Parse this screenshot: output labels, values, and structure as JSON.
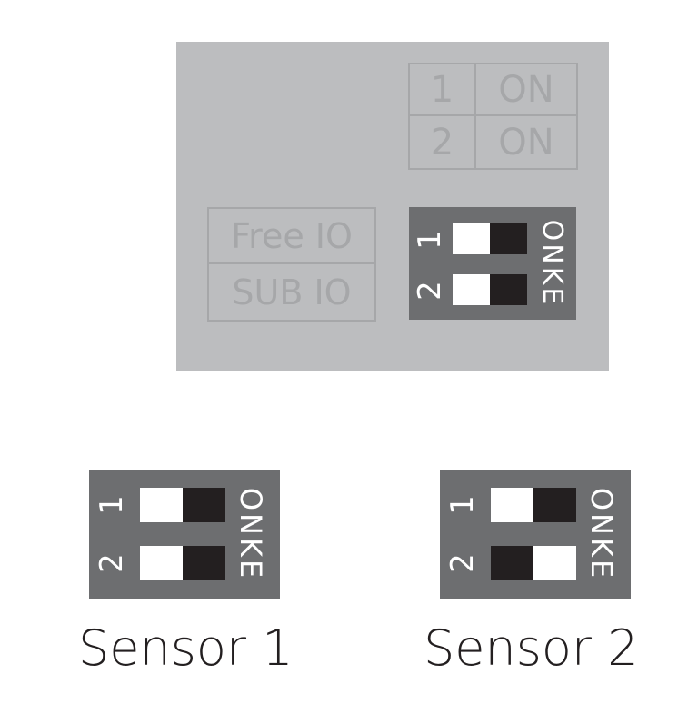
{
  "panel": {
    "setting_table": {
      "rows": [
        {
          "num": "1",
          "state": "ON"
        },
        {
          "num": "2",
          "state": "ON"
        }
      ]
    },
    "mode_table": {
      "rows": [
        "Free IO",
        "SUB IO"
      ]
    },
    "dip": {
      "label": "ONKE",
      "switches": [
        {
          "num": "1",
          "position": "left"
        },
        {
          "num": "2",
          "position": "left"
        }
      ]
    }
  },
  "sensors": [
    {
      "caption": "Sensor 1",
      "dip": {
        "label": "ONKE",
        "switches": [
          {
            "num": "1",
            "position": "left"
          },
          {
            "num": "2",
            "position": "left"
          }
        ]
      }
    },
    {
      "caption": "Sensor 2",
      "dip": {
        "label": "ONKE",
        "switches": [
          {
            "num": "1",
            "position": "left"
          },
          {
            "num": "2",
            "position": "right"
          }
        ]
      }
    }
  ],
  "colors": {
    "panel_bg": "#bcbdbf",
    "table_line": "#a6a7a9",
    "dip_body": "#6d6e70",
    "switch_white": "#ffffff",
    "switch_black": "#231f20",
    "caption": "#231f20"
  }
}
